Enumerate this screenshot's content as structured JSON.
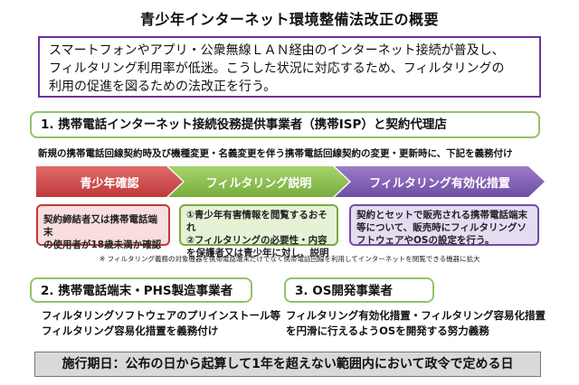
{
  "title": "青少年インターネット環境整備法改正の概要",
  "intro": {
    "line1": "スマートフォンやアプリ・公衆無線ＬＡＮ経由のインターネット接続が普及し、",
    "line2": "フィルタリング利用率が低迷。こうした状況に対応するため、フィルタリングの",
    "line3": "利用の促進を図るための法改正を行う。"
  },
  "section1": {
    "heading": "1. 携帯電話インターネット接続役務提供事業者（携帯ISP）と契約代理店",
    "duty": "新規の携帯電話回線契約時及び機種変更・名義変更を伴う携帯電話回線契約の変更・更新時に、下記を義務付け",
    "steps": [
      {
        "label": "青少年確認"
      },
      {
        "label": "フィルタリング説明"
      },
      {
        "label": "フィルタリング有効化措置"
      }
    ],
    "card1": {
      "line1": "契約締結者又は携帯電話端末",
      "line2": "の使用者が18歳未満か確認"
    },
    "card2": {
      "line1": "①青少年有害情報を閲覧するおそれ",
      "line2": "②フィルタリングの必要性・内容",
      "line3": "を保護者又は青少年に対し、説明"
    },
    "card3": {
      "line1": "契約とセットで販売される携帯電話端末",
      "line2": "等について、販売時にフィルタリングソ",
      "line3": "フトウェアやOSの設定を行う。"
    },
    "note": "※ フィルタリング義務の対象機器を携帯電話端末だけでなく携帯電話回線を利用してインターネットを閲覧できる機器に拡大"
  },
  "section2": {
    "heading": "2. 携帯電話端末・PHS製造事業者",
    "line1": "フィルタリングソフトウェアのプリインストール等",
    "line2": "フィルタリング容易化措置を義務付け"
  },
  "section3": {
    "heading": "3. OS開発事業者",
    "line1": "フィルタリング有効化措置・フィルタリング容易化措置",
    "line2": "を円滑に行えるようOSを開発する努力義務"
  },
  "footer": "施行期日：公布の日から起算して1年を超えない範囲内において政令で定める日"
}
